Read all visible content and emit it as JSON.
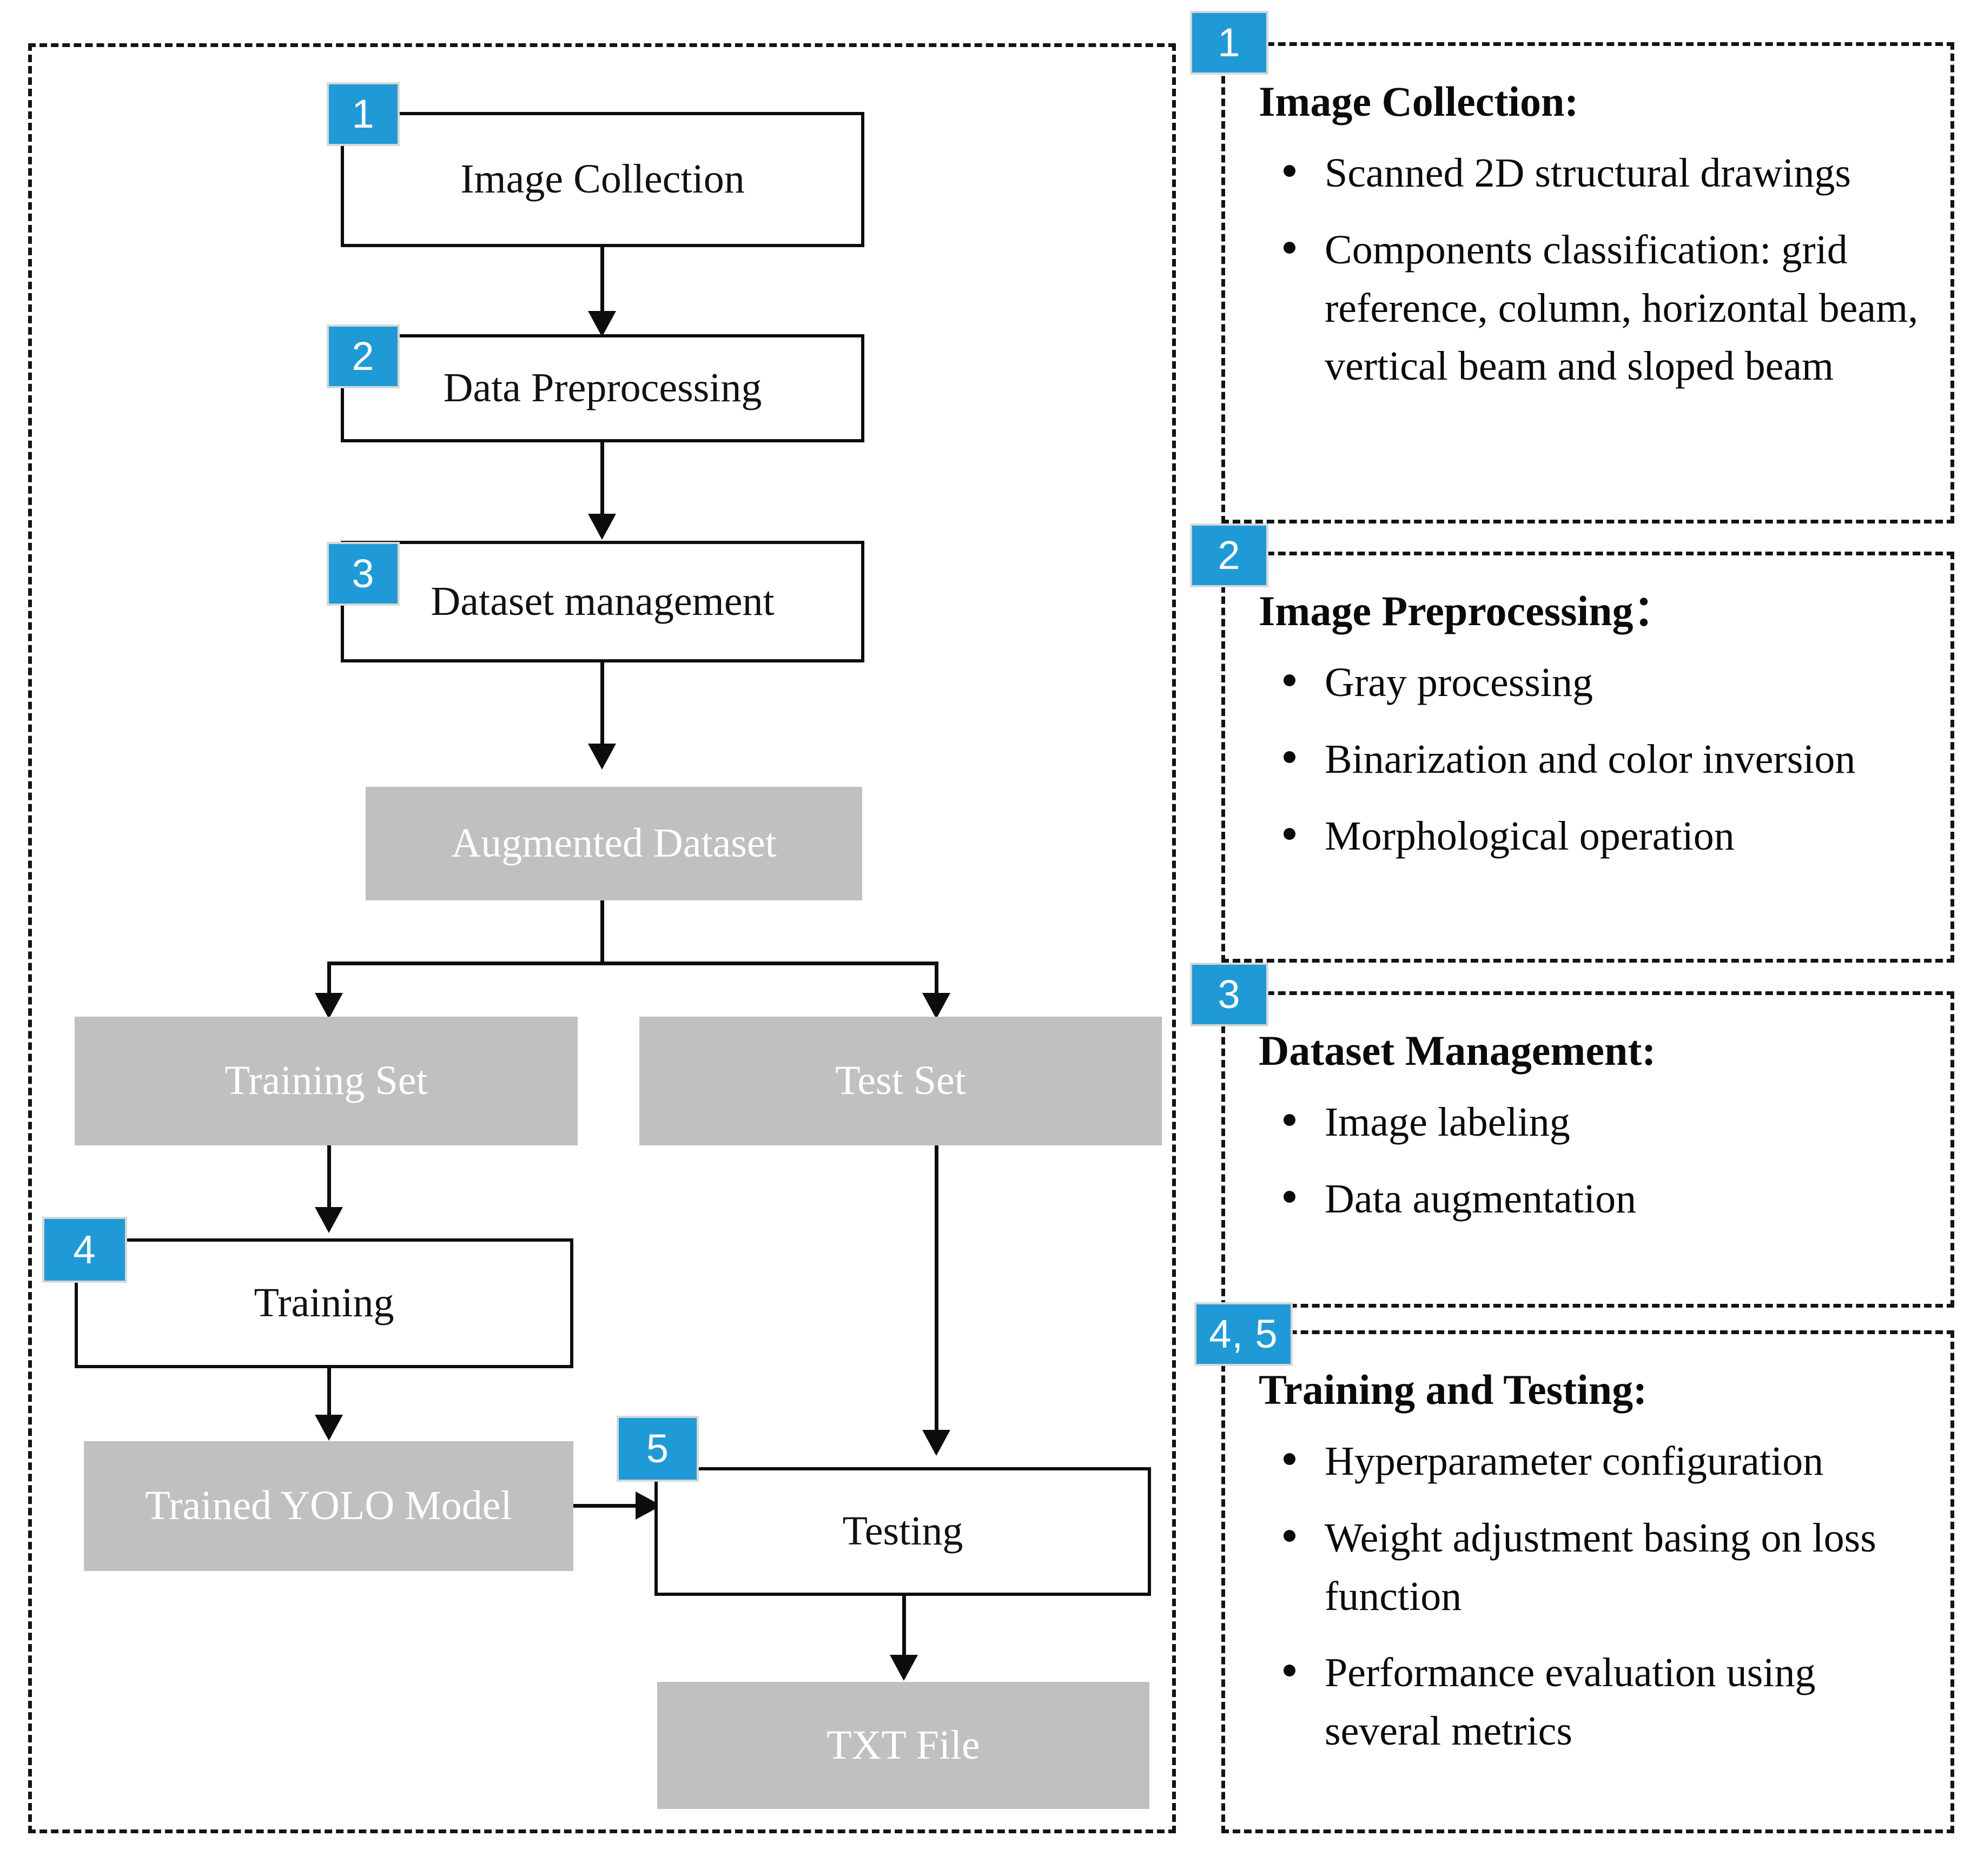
{
  "colors": {
    "badge_blue": "#1F9AD6",
    "gray_box": "#C0C0C0",
    "line_black": "#0d0d0d"
  },
  "flowchart": {
    "steps": [
      {
        "badge": "1",
        "label": "Image Collection",
        "style": "white"
      },
      {
        "badge": "2",
        "label": "Data Preprocessing",
        "style": "white"
      },
      {
        "badge": "3",
        "label": "Dataset management",
        "style": "white"
      },
      {
        "badge": "",
        "label": "Augmented Dataset",
        "style": "gray"
      },
      {
        "badge": "",
        "label": "Training Set",
        "style": "gray"
      },
      {
        "badge": "",
        "label": "Test Set",
        "style": "gray"
      },
      {
        "badge": "4",
        "label": "Training",
        "style": "white"
      },
      {
        "badge": "",
        "label": "Trained YOLO Model",
        "style": "gray"
      },
      {
        "badge": "5",
        "label": "Testing",
        "style": "white"
      },
      {
        "badge": "",
        "label": "TXT File",
        "style": "gray"
      }
    ]
  },
  "panels": [
    {
      "badge": "1",
      "heading": "Image Collection:",
      "items": [
        "Scanned 2D structural drawings",
        "Components classification: grid reference, column, horizontal beam, vertical beam and sloped beam"
      ]
    },
    {
      "badge": "2",
      "heading": "Image Preprocessing：",
      "items": [
        "Gray processing",
        "Binarization and color inversion",
        "Morphological operation"
      ]
    },
    {
      "badge": "3",
      "heading": "Dataset Management:",
      "items": [
        "Image labeling",
        "Data augmentation"
      ]
    },
    {
      "badge": "4, 5",
      "heading": "Training and Testing:",
      "items": [
        "Hyperparameter configuration",
        "Weight adjustment basing on loss function",
        "Performance evaluation using several metrics"
      ]
    }
  ]
}
